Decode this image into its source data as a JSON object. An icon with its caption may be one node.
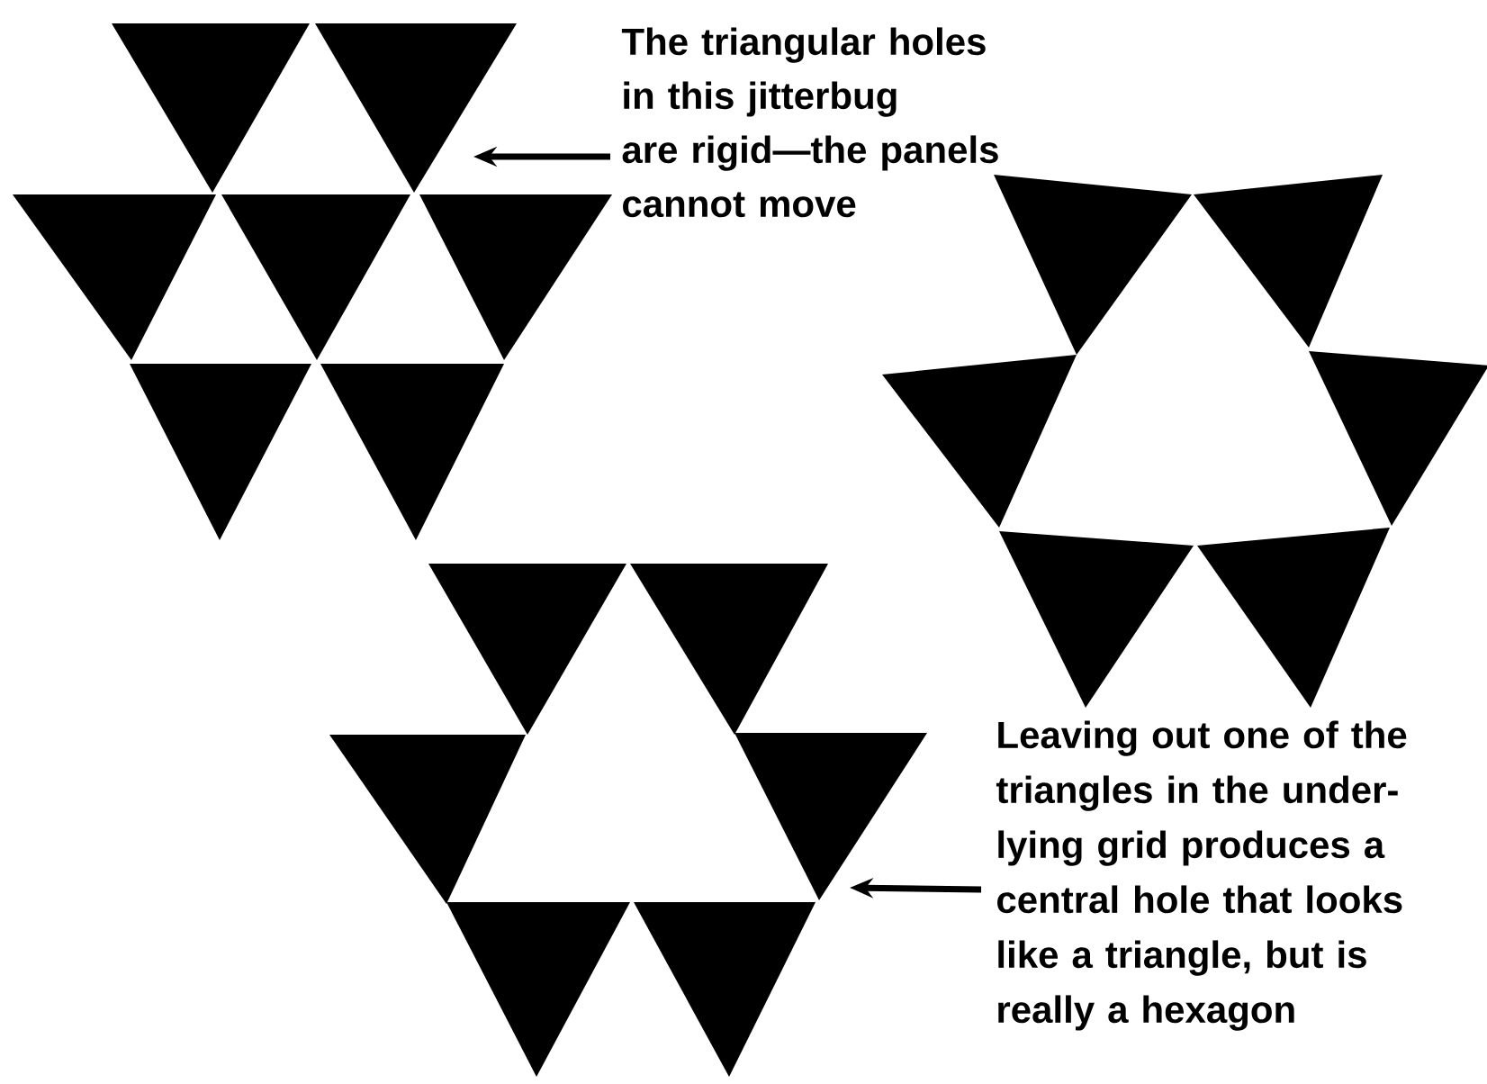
{
  "diagram": {
    "nodes": [
      {
        "text": [],
        "shape": "picture"
      },
      {
        "text": [
          "The triangular holes in this jitterbug are rigid—the panels cannot move"
        ]
      },
      {
        "text": [],
        "shape": "picture"
      },
      {
        "text": [],
        "shape": "picture"
      },
      {
        "text": [
          "Leaving out one of the triangles in the under-lying grid produces a central hole that looks like a triangle, but is really a hexagon"
        ]
      }
    ],
    "edges": [
      {
        "from": 1,
        "to": 0,
        "arrow": "to"
      },
      {
        "from": 4,
        "to": 3,
        "arrow": "to"
      }
    ]
  }
}
